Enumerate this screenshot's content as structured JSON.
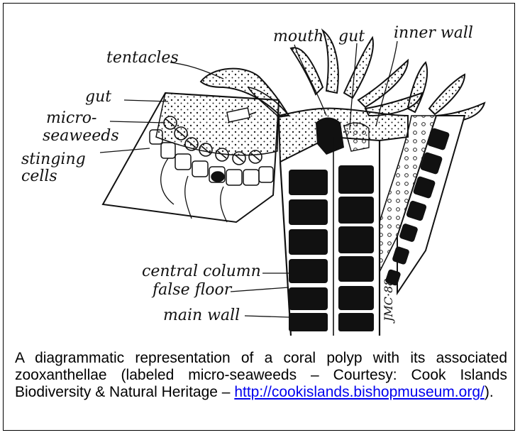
{
  "labels": {
    "mouth": "mouth",
    "gut_top": "gut",
    "inner_wall": "inner wall",
    "tentacles": "tentacles",
    "gut_left": "gut",
    "micro_line1": "micro-",
    "micro_line2": "seaweeds",
    "stinging_line1": "stinging",
    "stinging_line2": "cells",
    "central_column": "central column",
    "false_floor": "false floor",
    "main_wall": "main wall",
    "signature": "JMC·88"
  },
  "caption": {
    "text": "A diagrammatic representation of a coral polyp with its associated zooxanthellae (labeled micro-seaweeds – Courtesy: Cook Islands Biodiversity & Natural Heritage – ",
    "link": "http://cookislands.bishopmuseum.org/",
    "suffix": ")."
  },
  "colors": {
    "ink": "#111111",
    "link": "#0000ee",
    "background": "#ffffff"
  }
}
